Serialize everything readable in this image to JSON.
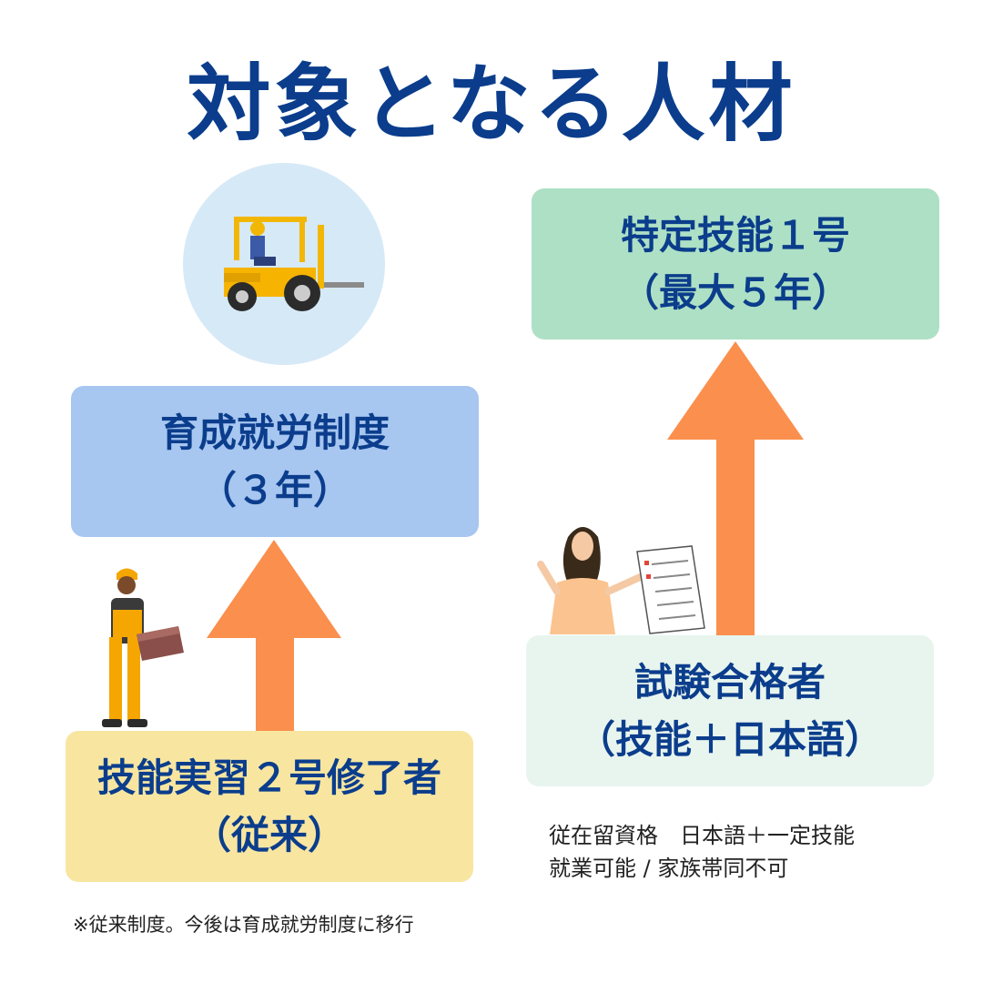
{
  "title": "対象となる人材",
  "boxes": {
    "ikusei": {
      "line1": "育成就労制度",
      "line2": "（３年）"
    },
    "ginou": {
      "line1": "技能実習２号修了者",
      "line2": "（従来）"
    },
    "tokutei": {
      "line1": "特定技能１号",
      "line2": "（最大５年）"
    },
    "shiken": {
      "line1": "試験合格者",
      "line2": "（技能＋日本語）"
    }
  },
  "notes": {
    "left": "※従来制度。今後は育成就労制度に移行",
    "right_line1": "従在留資格　日本語＋一定技能",
    "right_line2": "就業可能 / 家族帯同不可"
  },
  "colors": {
    "title": "#0b3d8c",
    "arrow": "#fb8f4d",
    "ikusei": "#a7c6f0",
    "ginou": "#f8e6a0",
    "tokutei": "#aee0c5",
    "shiken": "#e8f5ee"
  },
  "icons": [
    "forklift-illustration",
    "worker-carrying-box-illustration",
    "woman-with-checklist-illustration"
  ]
}
